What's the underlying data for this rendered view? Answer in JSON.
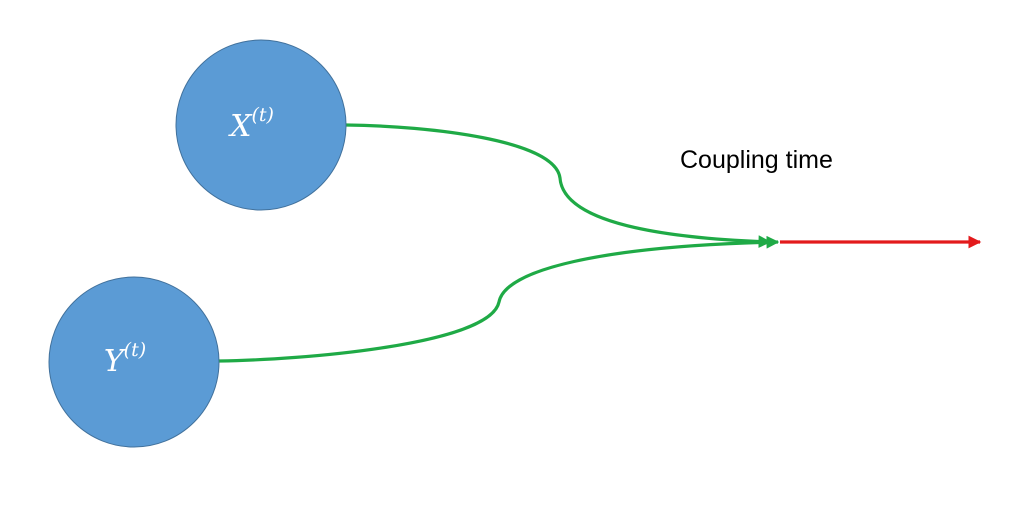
{
  "colors": {
    "node_fill": "#5b9bd5",
    "node_stroke": "#41719c",
    "node_text": "#ffffff",
    "path": "#1faa46",
    "arrow_after": "#e31a1c",
    "caption_text": "#000000"
  },
  "nodes": {
    "x": {
      "symbol": "X",
      "superscript": "(t)"
    },
    "y": {
      "symbol": "Y",
      "superscript": "(t)"
    }
  },
  "caption": {
    "label": "Coupling time"
  }
}
